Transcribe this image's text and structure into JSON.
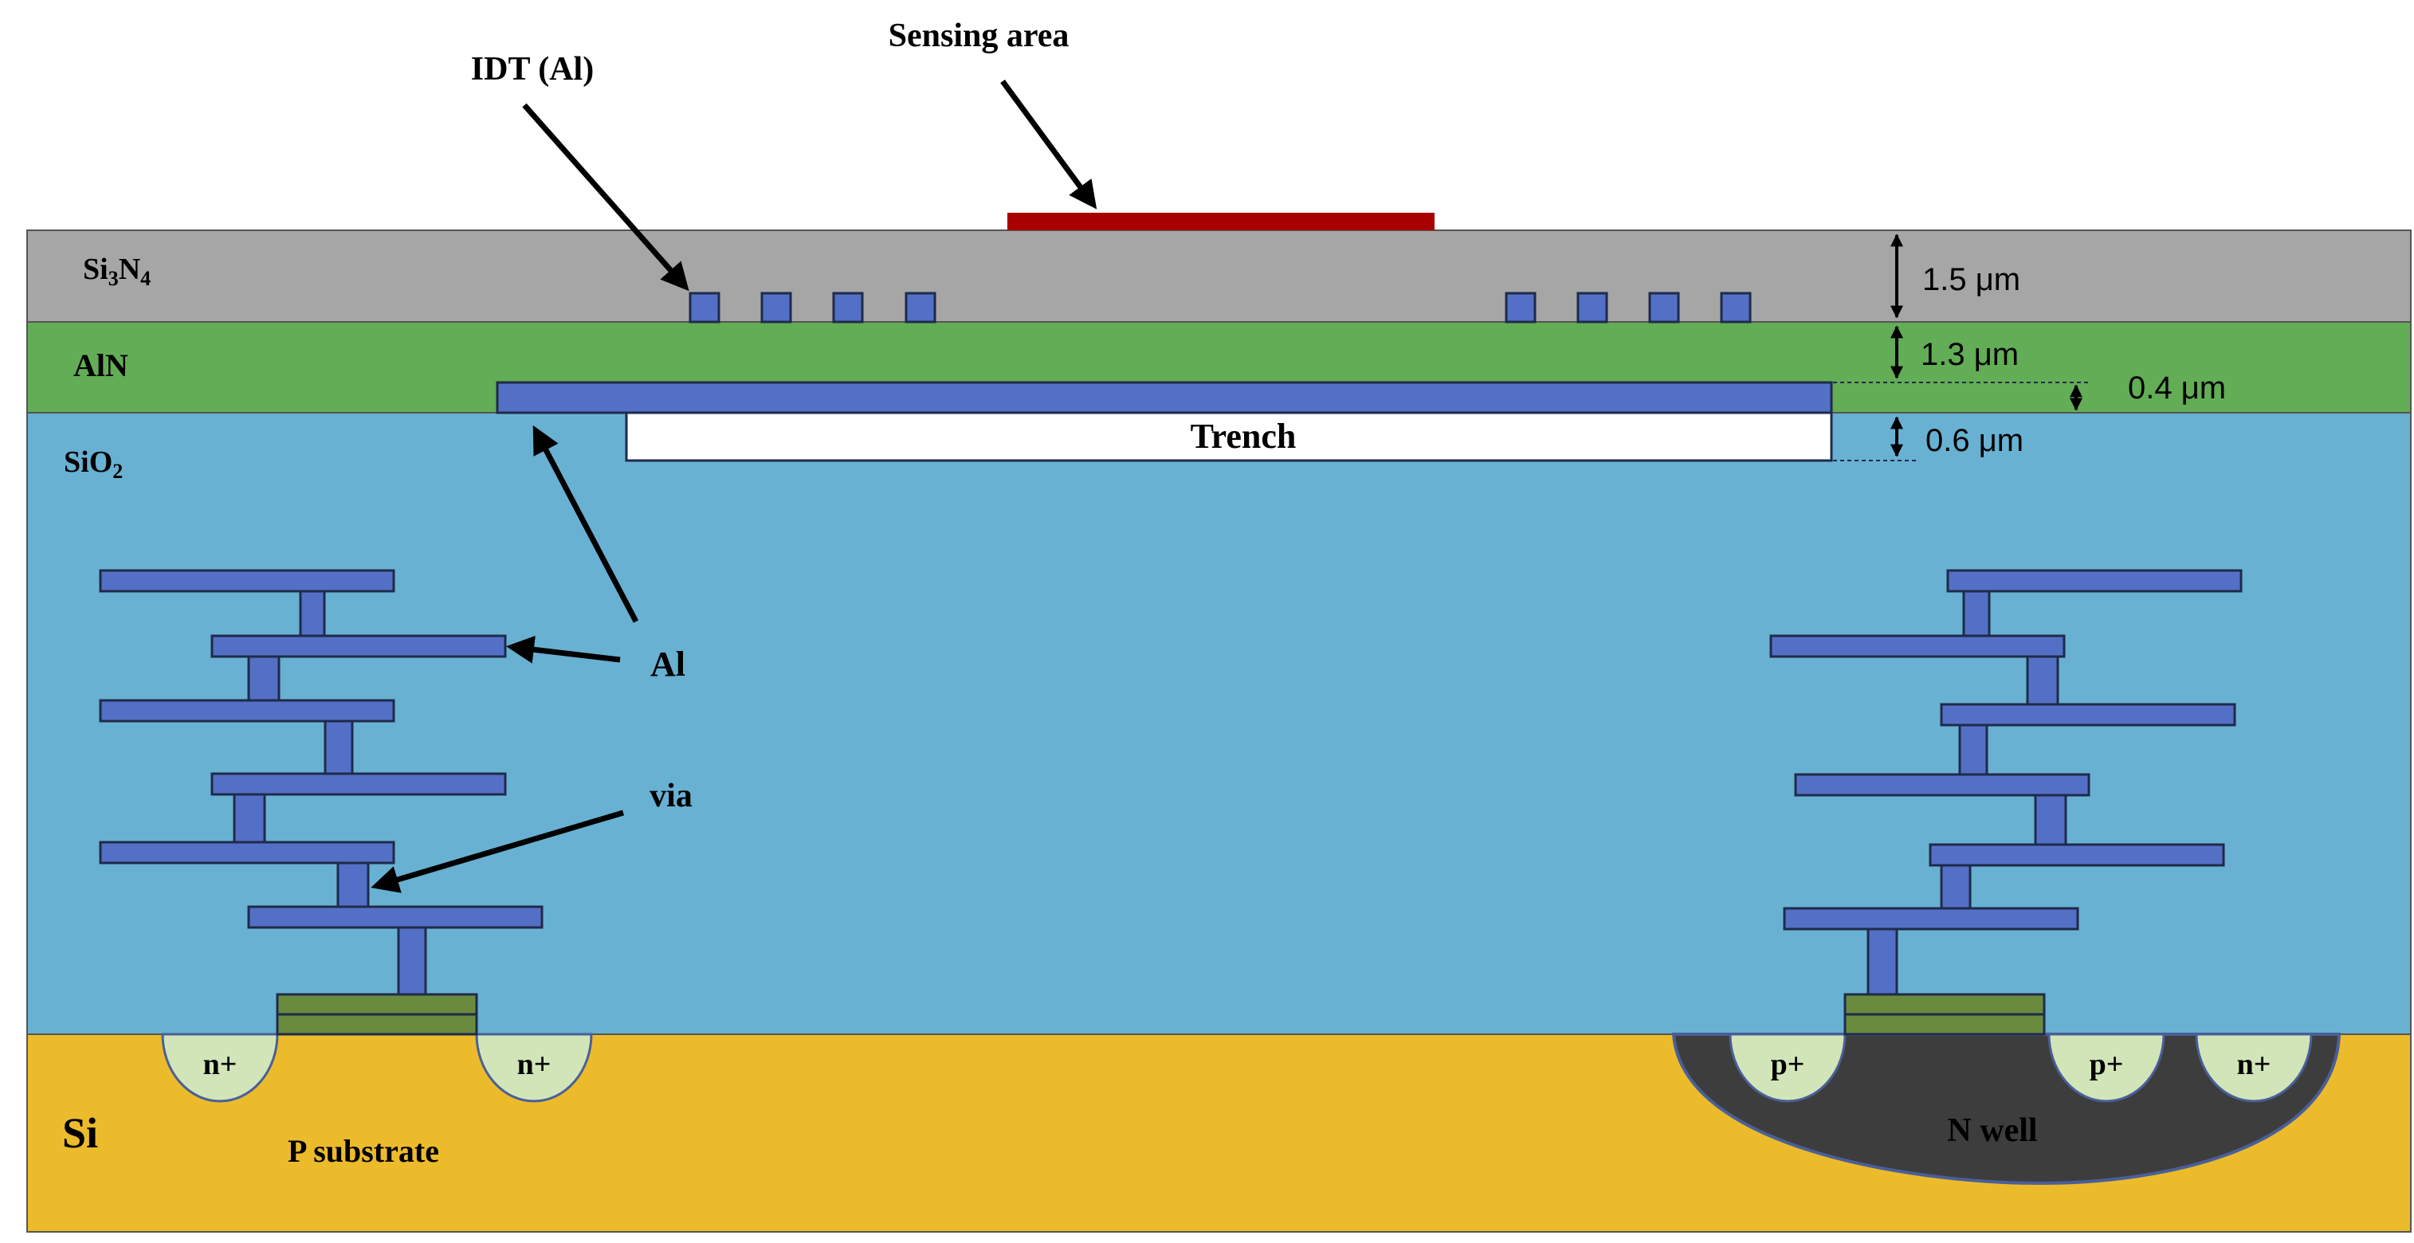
{
  "layers": {
    "si3n4": {
      "base": "Si",
      "sub1": "3",
      "mid": "N",
      "sub2": "4"
    },
    "aln": "AlN",
    "sio2": {
      "base": "SiO",
      "sub": "2"
    },
    "si": "Si",
    "trench": "Trench"
  },
  "callouts": {
    "sensing_area": "Sensing area",
    "idt": "IDT (Al)",
    "al": "Al",
    "via": "via"
  },
  "dimensions": {
    "si3n4_thickness": "1.5 μm",
    "aln_thickness": "1.3 μm",
    "electrode_thickness": "0.4 μm",
    "trench_depth": "0.6 μm"
  },
  "substrate": {
    "p_substrate": "P substrate",
    "n_well": "N well",
    "n_plus": "n+",
    "p_plus": "p+"
  },
  "colors": {
    "si3n4": "#a6a6a6",
    "aln": "#62ad55",
    "sio2": "#68b1d2",
    "si": "#ecbb2c",
    "metal": "#5470c6",
    "sensing": "#a80000",
    "n_well": "#3d3d3d",
    "diffusion": "#d2e5b9",
    "gate": "#6a8a3e",
    "trench": "#ffffff"
  }
}
